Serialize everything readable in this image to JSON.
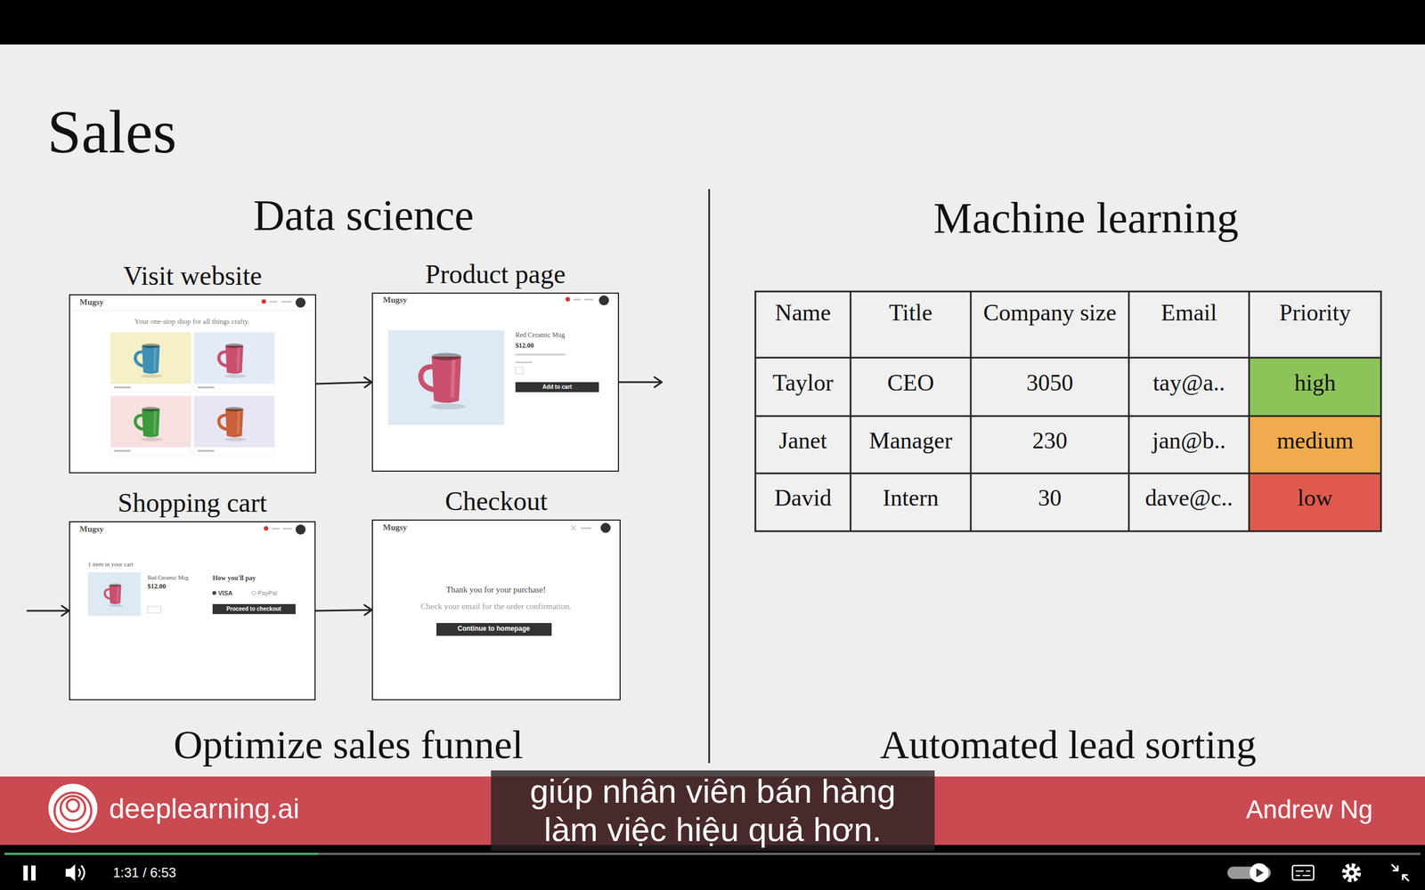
{
  "diagram": {
    "title": "Sales",
    "nodes": [
      {
        "text": [
          "Visit website"
        ]
      },
      {
        "text": [
          "Product page"
        ]
      },
      {
        "text": [
          "Shopping cart"
        ]
      },
      {
        "text": [
          "Checkout"
        ]
      }
    ],
    "edges": [
      {
        "from": 0,
        "to": 1,
        "arrow": "to"
      },
      {
        "from": 1,
        "to": 2,
        "arrow": "to"
      },
      {
        "from": 2,
        "to": 3,
        "arrow": "to"
      }
    ],
    "labels": [
      "Data science",
      "Mugsy",
      "Your one-stop shop for all things crafty.",
      "Mugsy",
      "Red Ceramic Mug",
      "$12.00",
      "Add to cart",
      "Mugsy",
      "1 item in your cart",
      "Red Ceramic Mug",
      "$12.00",
      "How you'll pay",
      "VISA",
      "PayPal",
      "Proceed to checkout",
      "Mugsy",
      "Thank you for your purchase!",
      "Check your email for the order confirmation.",
      "Continue to homepage",
      "Optimize sales funnel",
      "Machine learning",
      "Name",
      "Title",
      "Company size",
      "Email",
      "Priority",
      "Taylor",
      "CEO",
      "3050",
      "tay@a..",
      "high",
      "Janet",
      "Manager",
      "230",
      "jan@b..",
      "medium",
      "David",
      "Intern",
      "30",
      "dave@c..",
      "low",
      "Automated lead sorting",
      "deeplearning.ai",
      "Andrew Ng",
      "giúp nhân viên bán hàng làm việc hiệu quả hơn.",
      "1:31 / 6:53"
    ]
  }
}
